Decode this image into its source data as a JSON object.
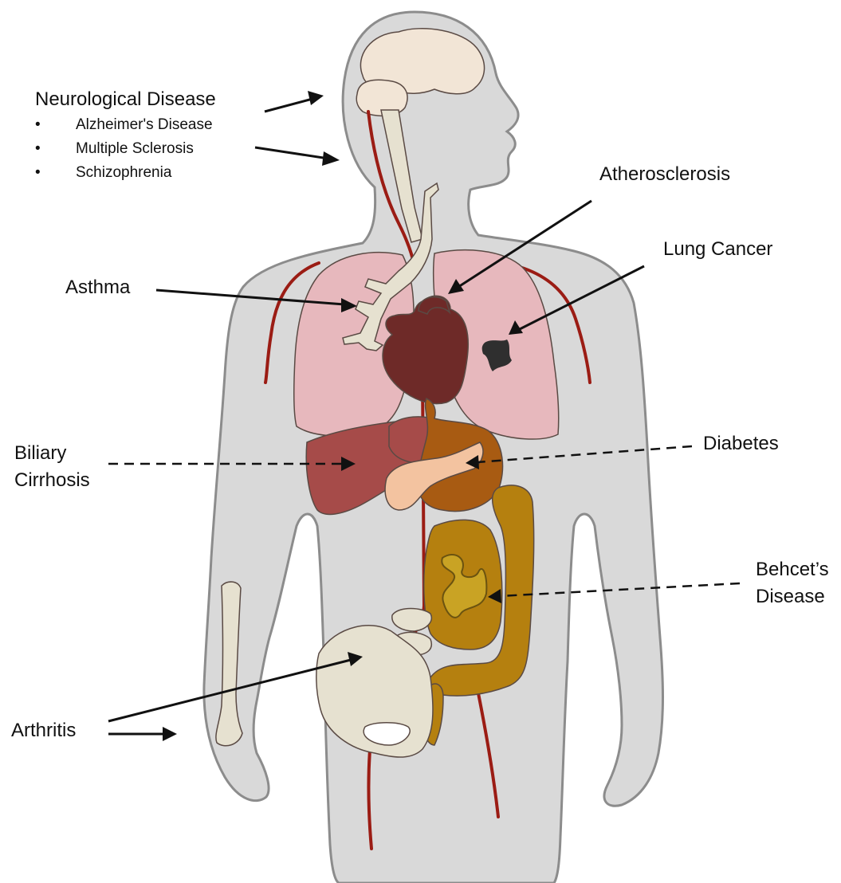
{
  "diagram": {
    "labels": {
      "neurological_title": "Neurological Disease",
      "neurological_items": [
        "Alzheimer's Disease",
        "Multiple Sclerosis",
        "Schizophrenia"
      ],
      "atherosclerosis": "Atherosclerosis",
      "lung_cancer": "Lung Cancer",
      "asthma": "Asthma",
      "biliary_line1": "Biliary",
      "biliary_line2": "Cirrhosis",
      "diabetes": "Diabetes",
      "behcets_line1": "Behcet’s",
      "behcets_line2": "Disease",
      "arthritis": "Arthritis"
    },
    "colors": {
      "body": "#d9d9d9",
      "body_outline": "#8c8c8c",
      "brain": "#f2e5d6",
      "lungs": "#e7b8bd",
      "heart": "#6e2a28",
      "liver": "#a64b49",
      "stomach": "#a85b12",
      "pancreas": "#f3c3a0",
      "intestine": "#b5800f",
      "bone": "#e6e1d0",
      "vessel": "#9b1c14",
      "tumor": "#2f2f2f"
    }
  }
}
